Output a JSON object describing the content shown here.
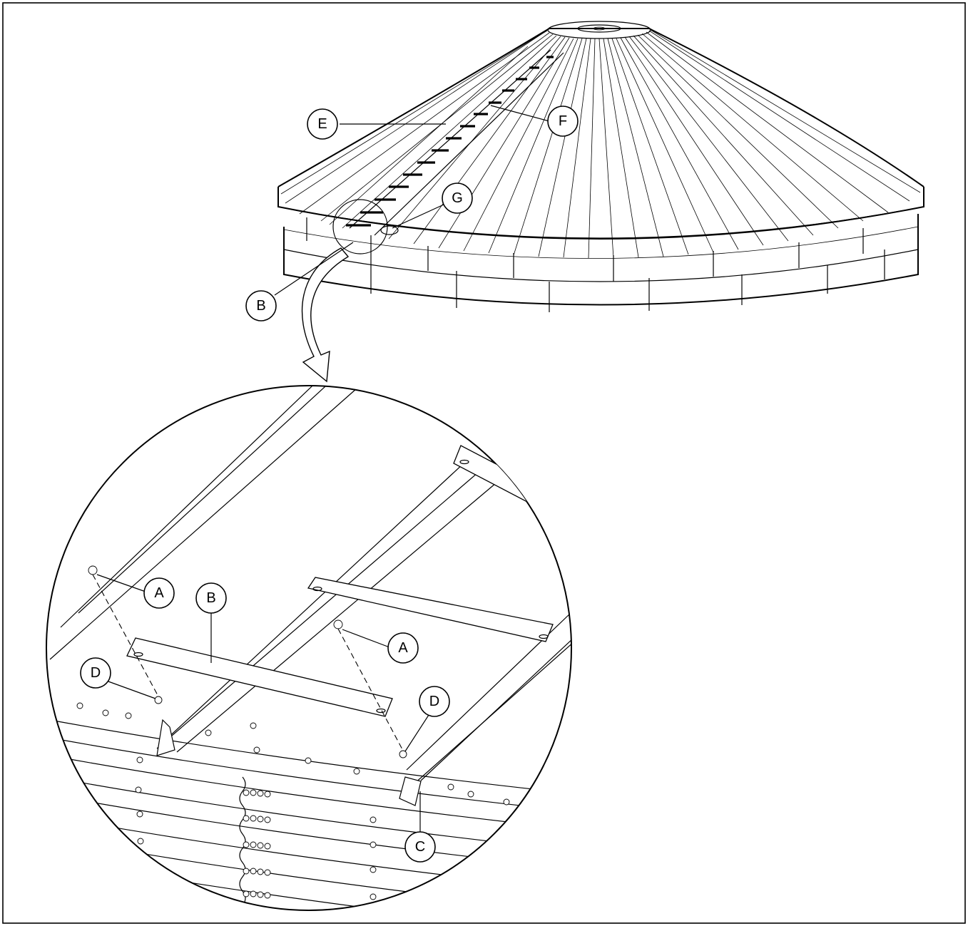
{
  "callouts": {
    "A1": "A",
    "A2": "A",
    "B_top": "B",
    "B_detail": "B",
    "C": "C",
    "D1": "D",
    "D2": "D",
    "E": "E",
    "F": "F",
    "G": "G"
  },
  "colors": {
    "line": "#000000",
    "background": "#ffffff"
  },
  "icons": {
    "arrow": "curved-arrow-icon"
  }
}
